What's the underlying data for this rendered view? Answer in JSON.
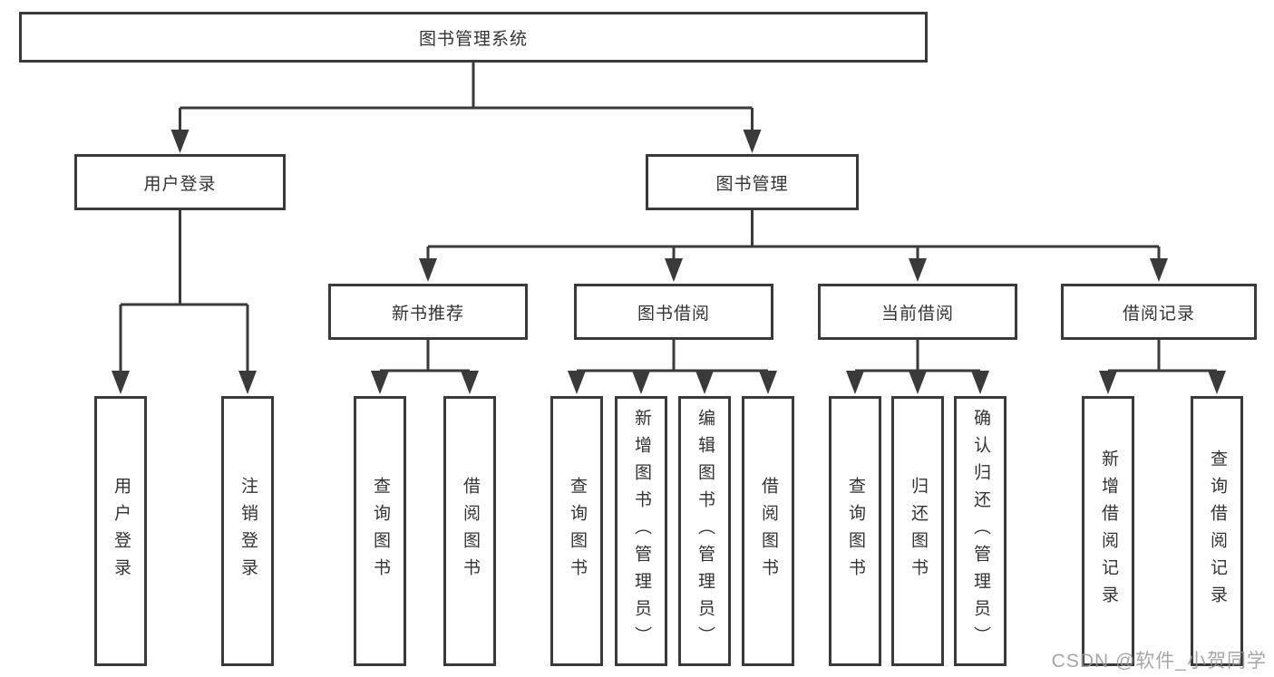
{
  "diagram": {
    "root": {
      "label": "图书管理系统"
    },
    "branches": [
      {
        "label": "用户登录",
        "children": [
          {
            "label": "用户登录"
          },
          {
            "label": "注销登录"
          }
        ]
      },
      {
        "label": "图书管理",
        "children": [
          {
            "label": "新书推荐",
            "children": [
              {
                "label": "查询图书"
              },
              {
                "label": "借阅图书"
              }
            ]
          },
          {
            "label": "图书借阅",
            "children": [
              {
                "label": "查询图书"
              },
              {
                "label": "新增图书（管理员）"
              },
              {
                "label": "编辑图书（管理员）"
              },
              {
                "label": "借阅图书"
              }
            ]
          },
          {
            "label": "当前借阅",
            "children": [
              {
                "label": "查询图书"
              },
              {
                "label": "归还图书"
              },
              {
                "label": "确认归还（管理员）"
              }
            ]
          },
          {
            "label": "借阅记录",
            "children": [
              {
                "label": "新增借阅记录"
              },
              {
                "label": "查询借阅记录"
              }
            ]
          }
        ]
      }
    ],
    "colors": {
      "line": "#3a3a3a",
      "text": "#333333",
      "box_fill": "#ffffff",
      "watermark": "#969696"
    }
  },
  "watermark": {
    "text": "CSDN @软件_小贺同学"
  }
}
